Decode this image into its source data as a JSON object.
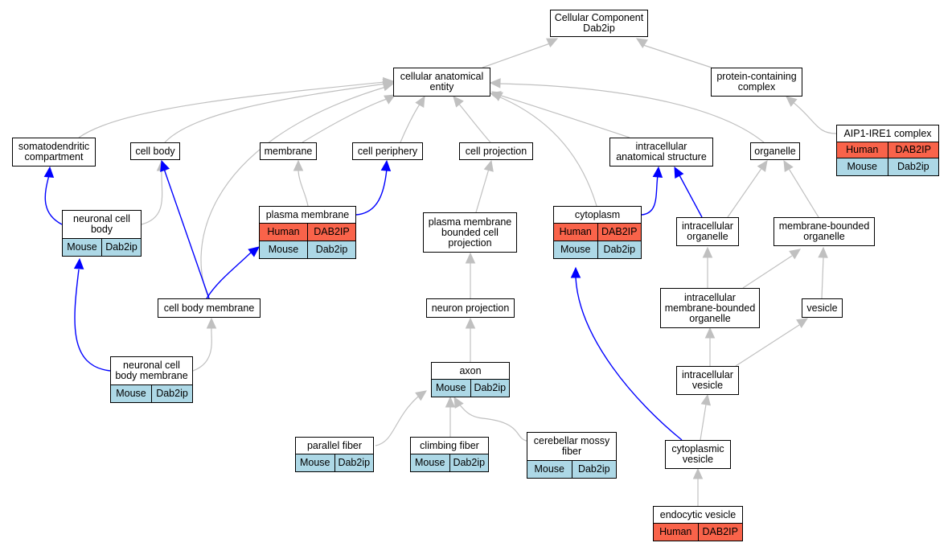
{
  "diagram": {
    "nodes": [
      {
        "id": "root",
        "label": "Cellular Component\nDab2ip",
        "annotations": []
      },
      {
        "id": "cae",
        "label": "cellular anatomical\nentity",
        "annotations": []
      },
      {
        "id": "pcc",
        "label": "protein-containing\ncomplex",
        "annotations": []
      },
      {
        "id": "aip1",
        "label": "AIP1-IRE1 complex",
        "annotations": [
          {
            "species": "Human",
            "gene": "DAB2IP"
          },
          {
            "species": "Mouse",
            "gene": "Dab2ip"
          }
        ]
      },
      {
        "id": "somato",
        "label": "somatodendritic\ncompartment",
        "annotations": []
      },
      {
        "id": "cellbody",
        "label": "cell body",
        "annotations": []
      },
      {
        "id": "membrane",
        "label": "membrane",
        "annotations": []
      },
      {
        "id": "periphery",
        "label": "cell periphery",
        "annotations": []
      },
      {
        "id": "projection",
        "label": "cell projection",
        "annotations": []
      },
      {
        "id": "ias",
        "label": "intracellular\nanatomical structure",
        "annotations": []
      },
      {
        "id": "organelle",
        "label": "organelle",
        "annotations": []
      },
      {
        "id": "ncb",
        "label": "neuronal cell\nbody",
        "annotations": [
          {
            "species": "Mouse",
            "gene": "Dab2ip"
          }
        ]
      },
      {
        "id": "pm",
        "label": "plasma membrane",
        "annotations": [
          {
            "species": "Human",
            "gene": "DAB2IP"
          },
          {
            "species": "Mouse",
            "gene": "Dab2ip"
          }
        ]
      },
      {
        "id": "pmbcp",
        "label": "plasma membrane\nbounded cell\nprojection",
        "annotations": []
      },
      {
        "id": "cytoplasm",
        "label": "cytoplasm",
        "annotations": [
          {
            "species": "Human",
            "gene": "DAB2IP"
          },
          {
            "species": "Mouse",
            "gene": "Dab2ip"
          }
        ]
      },
      {
        "id": "io",
        "label": "intracellular\norganelle",
        "annotations": []
      },
      {
        "id": "mbo",
        "label": "membrane-bounded\norganelle",
        "annotations": []
      },
      {
        "id": "cbm",
        "label": "cell body membrane",
        "annotations": []
      },
      {
        "id": "np",
        "label": "neuron projection",
        "annotations": []
      },
      {
        "id": "imbo",
        "label": "intracellular\nmembrane-bounded\norganelle",
        "annotations": []
      },
      {
        "id": "vesicle",
        "label": "vesicle",
        "annotations": []
      },
      {
        "id": "ncbm",
        "label": "neuronal cell\nbody membrane",
        "annotations": [
          {
            "species": "Mouse",
            "gene": "Dab2ip"
          }
        ]
      },
      {
        "id": "axon",
        "label": "axon",
        "annotations": [
          {
            "species": "Mouse",
            "gene": "Dab2ip"
          }
        ]
      },
      {
        "id": "iv",
        "label": "intracellular\nvesicle",
        "annotations": []
      },
      {
        "id": "pf",
        "label": "parallel fiber",
        "annotations": [
          {
            "species": "Mouse",
            "gene": "Dab2ip"
          }
        ]
      },
      {
        "id": "cf",
        "label": "climbing fiber",
        "annotations": [
          {
            "species": "Mouse",
            "gene": "Dab2ip"
          }
        ]
      },
      {
        "id": "cmf",
        "label": "cerebellar mossy\nfiber",
        "annotations": [
          {
            "species": "Mouse",
            "gene": "Dab2ip"
          }
        ]
      },
      {
        "id": "cv",
        "label": "cytoplasmic\nvesicle",
        "annotations": []
      },
      {
        "id": "ev",
        "label": "endocytic vesicle",
        "annotations": [
          {
            "species": "Human",
            "gene": "DAB2IP"
          }
        ]
      }
    ],
    "edges": [
      {
        "from": "cae",
        "to": "root",
        "kind": "is_a"
      },
      {
        "from": "pcc",
        "to": "root",
        "kind": "is_a"
      },
      {
        "from": "aip1",
        "to": "pcc",
        "kind": "is_a"
      },
      {
        "from": "somato",
        "to": "cae",
        "kind": "is_a"
      },
      {
        "from": "cellbody",
        "to": "cae",
        "kind": "is_a"
      },
      {
        "from": "membrane",
        "to": "cae",
        "kind": "is_a"
      },
      {
        "from": "periphery",
        "to": "cae",
        "kind": "is_a"
      },
      {
        "from": "projection",
        "to": "cae",
        "kind": "is_a"
      },
      {
        "from": "ias",
        "to": "cae",
        "kind": "is_a"
      },
      {
        "from": "organelle",
        "to": "cae",
        "kind": "is_a"
      },
      {
        "from": "cytoplasm",
        "to": "cae",
        "kind": "is_a"
      },
      {
        "from": "cbm",
        "to": "cae",
        "kind": "is_a"
      },
      {
        "from": "ncb",
        "to": "somato",
        "kind": "part_of"
      },
      {
        "from": "ncb",
        "to": "cellbody",
        "kind": "is_a"
      },
      {
        "from": "cbm",
        "to": "cellbody",
        "kind": "part_of"
      },
      {
        "from": "pm",
        "to": "membrane",
        "kind": "is_a"
      },
      {
        "from": "pm",
        "to": "periphery",
        "kind": "part_of"
      },
      {
        "from": "cbm",
        "to": "pm",
        "kind": "part_of"
      },
      {
        "from": "pmbcp",
        "to": "projection",
        "kind": "is_a"
      },
      {
        "from": "np",
        "to": "pmbcp",
        "kind": "is_a"
      },
      {
        "from": "axon",
        "to": "np",
        "kind": "is_a"
      },
      {
        "from": "pf",
        "to": "axon",
        "kind": "is_a"
      },
      {
        "from": "cf",
        "to": "axon",
        "kind": "is_a"
      },
      {
        "from": "cmf",
        "to": "axon",
        "kind": "is_a"
      },
      {
        "from": "cytoplasm",
        "to": "ias",
        "kind": "part_of"
      },
      {
        "from": "io",
        "to": "ias",
        "kind": "part_of"
      },
      {
        "from": "io",
        "to": "organelle",
        "kind": "is_a"
      },
      {
        "from": "mbo",
        "to": "organelle",
        "kind": "is_a"
      },
      {
        "from": "imbo",
        "to": "io",
        "kind": "is_a"
      },
      {
        "from": "imbo",
        "to": "mbo",
        "kind": "is_a"
      },
      {
        "from": "vesicle",
        "to": "mbo",
        "kind": "is_a"
      },
      {
        "from": "iv",
        "to": "imbo",
        "kind": "is_a"
      },
      {
        "from": "iv",
        "to": "vesicle",
        "kind": "is_a"
      },
      {
        "from": "cv",
        "to": "iv",
        "kind": "is_a"
      },
      {
        "from": "cv",
        "to": "cytoplasm",
        "kind": "part_of"
      },
      {
        "from": "ev",
        "to": "cv",
        "kind": "is_a"
      },
      {
        "from": "ncbm",
        "to": "ncb",
        "kind": "part_of"
      },
      {
        "from": "ncbm",
        "to": "cbm",
        "kind": "is_a"
      }
    ],
    "colors": {
      "human_row": "#f9634a",
      "mouse_row": "#add8e6",
      "is_a_edge": "#c0c0c0",
      "part_of_edge": "#0000ff",
      "node_border": "#000000"
    }
  }
}
